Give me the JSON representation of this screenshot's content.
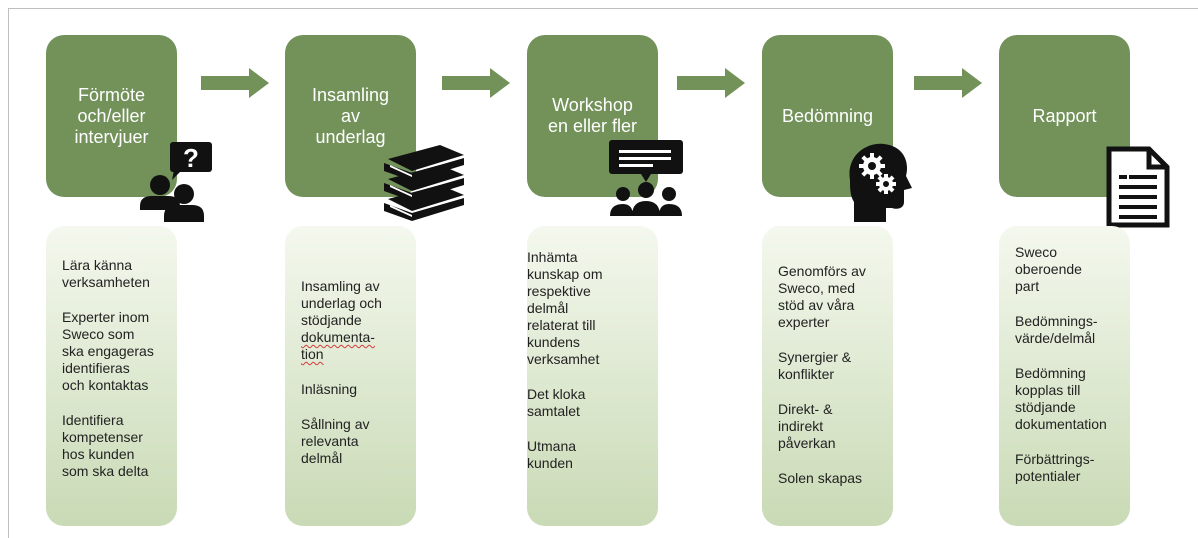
{
  "colors": {
    "stage_fill": "#72925a",
    "stage_text": "#ffffff",
    "card_top": "#f4f8ee",
    "card_bottom": "#c9dab5",
    "icon": "#111111"
  },
  "stages": [
    {
      "label": "Förmöte\noch/eller\nintervjuer",
      "icon": "person-question-icon"
    },
    {
      "label": "Insamling\nav\nunderlag",
      "icon": "books-icon"
    },
    {
      "label": "Workshop\nen eller fler",
      "icon": "presentation-group-icon"
    },
    {
      "label": "Bedömning",
      "icon": "head-gears-icon"
    },
    {
      "label": "Rapport",
      "icon": "document-icon"
    }
  ],
  "cards": [
    {
      "paragraphs": [
        "Lära känna\nverksamheten",
        "Experter inom\nSweco som\nska engageras\nidentifieras\noch kontaktas",
        "Identifiera\nkompetenser\nhos kunden\nsom ska delta"
      ]
    },
    {
      "paragraphs": [
        "Insamling av\nunderlag och\nstödjande",
        "dokumenta-",
        "tion",
        "Inläsning",
        "Sållning av\nrelevanta\ndelmål"
      ]
    },
    {
      "paragraphs": [
        "Inhämta\nkunskap om\nrespektive\ndelmål\nrelaterat till\nkundens\nverksamhet",
        "Det kloka\nsamtalet",
        "Utmana\nkunden"
      ]
    },
    {
      "paragraphs": [
        "Genomförs av\nSweco, med\nstöd av våra\nexperter",
        "Synergier &\nkonflikter",
        "Direkt- &\nindirekt\npåverkan",
        "Solen skapas"
      ]
    },
    {
      "paragraphs": [
        "Sweco\noberoende\npart",
        "Bedömnings-\nvärde/delmål",
        "Bedömning\nkopplas till\nstödjande\ndokumentation",
        "Förbättrings-\npotentialer"
      ]
    }
  ]
}
